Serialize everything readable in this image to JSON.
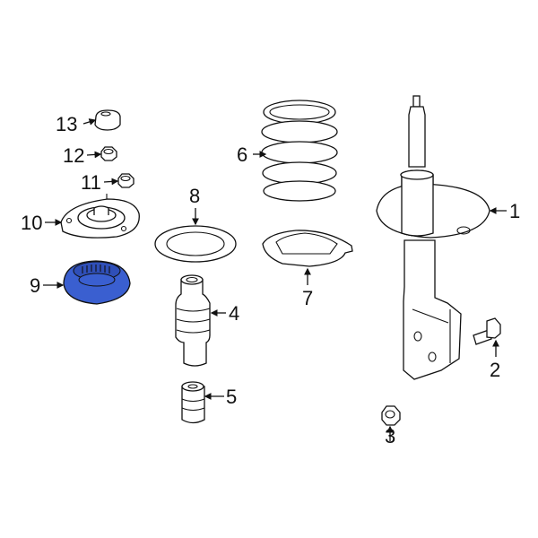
{
  "diagram": {
    "type": "exploded parts diagram",
    "subject": "front strut suspension assembly",
    "highlight_color": "#3a5fd0",
    "highlighted_part": "9",
    "callouts": [
      {
        "id": "1",
        "label": "1"
      },
      {
        "id": "2",
        "label": "2"
      },
      {
        "id": "3",
        "label": "3"
      },
      {
        "id": "4",
        "label": "4"
      },
      {
        "id": "5",
        "label": "5"
      },
      {
        "id": "6",
        "label": "6"
      },
      {
        "id": "7",
        "label": "7"
      },
      {
        "id": "8",
        "label": "8"
      },
      {
        "id": "9",
        "label": "9"
      },
      {
        "id": "10",
        "label": "10"
      },
      {
        "id": "11",
        "label": "11"
      },
      {
        "id": "12",
        "label": "12"
      },
      {
        "id": "13",
        "label": "13"
      }
    ]
  }
}
